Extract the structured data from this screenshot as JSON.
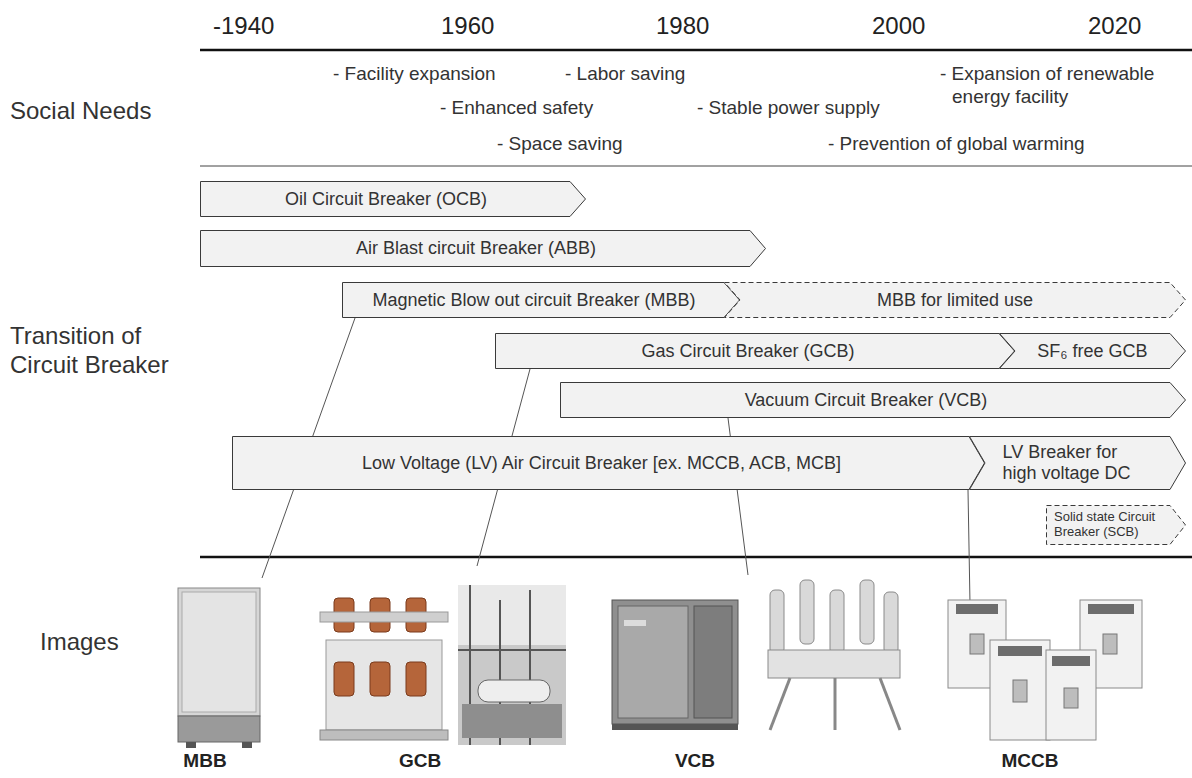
{
  "diagram": {
    "nodes": [
      {
        "text": [
          "Oil Circuit Breaker (OCB)"
        ]
      },
      {
        "text": [
          "Air Blast circuit Breaker (ABB)"
        ]
      },
      {
        "text": [
          "Magnetic Blow out circuit Breaker (MBB)"
        ]
      },
      {
        "text": [
          "MBB for limited use"
        ]
      },
      {
        "text": [
          "Gas Circuit Breaker (GCB)"
        ]
      },
      {
        "text": [
          "SF₆ free GCB"
        ]
      },
      {
        "text": [
          "Vacuum Circuit Breaker (VCB)"
        ]
      },
      {
        "text": [
          "Low Voltage (LV) Air Circuit Breaker [ex. MCCB, ACB, MCB]"
        ]
      },
      {
        "text": [
          "LV Breaker for high voltage DC"
        ]
      },
      {
        "text": [
          "Solid state Circuit Breaker (SCB)"
        ]
      }
    ],
    "labels": [
      "-1940",
      "1960",
      "1980",
      "2000",
      "2020",
      "Social Needs",
      "- Facility expansion",
      "- Labor saving",
      "- Enhanced safety",
      "- Stable power supply",
      "- Space saving",
      "- Prevention of global warming",
      "- Expansion of renewable energy facility",
      "Transition of Circuit Breaker",
      "Images",
      "MBB",
      "GCB",
      "VCB",
      "MCCB"
    ]
  }
}
